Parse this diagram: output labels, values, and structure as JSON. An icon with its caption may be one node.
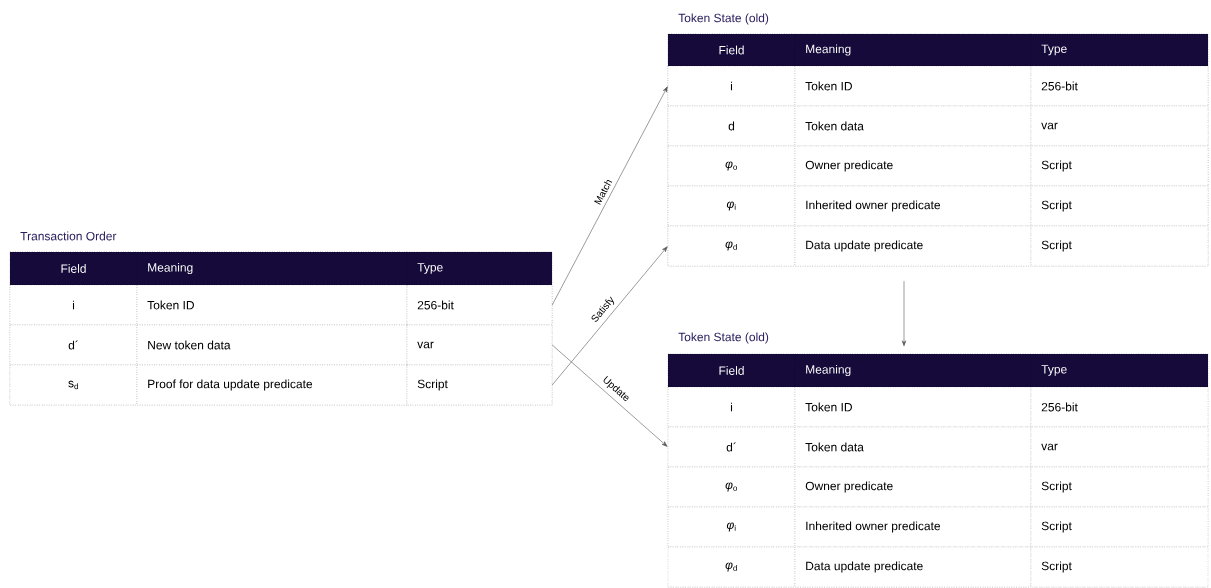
{
  "diagram": {
    "nodes": [
      {
        "text": [
          "Transaction Order"
        ]
      },
      {
        "text": [
          "Field",
          "Meaning",
          "Type"
        ],
        "in": 0
      },
      {
        "text": [
          "i",
          "Token ID",
          "256-bit"
        ],
        "in": 0
      },
      {
        "text": [
          "d´",
          "New token data",
          "var"
        ],
        "in": 0
      },
      {
        "text": [
          "s$_{d}$",
          "Proof for data update predicate",
          "Script"
        ],
        "in": 0
      },
      {
        "text": [
          "Token State  (old)"
        ]
      },
      {
        "text": [
          "Field",
          "Meaning",
          "Type"
        ],
        "in": 5
      },
      {
        "text": [
          "i",
          "Token ID",
          "256-bit"
        ],
        "in": 5
      },
      {
        "text": [
          "d",
          "Token data",
          "var"
        ],
        "in": 5
      },
      {
        "text": [
          "*φ*$_{o}$",
          "Owner predicate",
          "Script"
        ],
        "in": 5
      },
      {
        "text": [
          "*φ*$_{i}$",
          "Inherited owner predicate",
          "Script"
        ],
        "in": 5
      },
      {
        "text": [
          "*φ*$_{d}$",
          "Data update predicate",
          "Script"
        ],
        "in": 5
      },
      {
        "text": [
          "Token State  (old)"
        ]
      },
      {
        "text": [
          "Field",
          "Meaning",
          "Type"
        ],
        "in": 12
      },
      {
        "text": [
          "i",
          "Token ID",
          "256-bit"
        ],
        "in": 12
      },
      {
        "text": [
          "d´",
          "Token data",
          "var"
        ],
        "in": 12
      },
      {
        "text": [
          "*φ*$_{o}$",
          "Owner predicate",
          "Script"
        ],
        "in": 12
      },
      {
        "text": [
          "*φ*$_{i}$",
          "Inherited owner predicate",
          "Script"
        ],
        "in": 12
      },
      {
        "text": [
          "*φ*$_{d}$",
          "Data update predicate",
          "Script"
        ],
        "in": 12
      }
    ],
    "edges": [
      {
        "from": 2,
        "to": 7,
        "arrow": "to",
        "label": "Match"
      },
      {
        "from": 4,
        "to": 11,
        "arrow": "to",
        "label": "Satisfy"
      },
      {
        "from": 3,
        "to": 15,
        "arrow": "to",
        "label": "Update"
      },
      {
        "from": 5,
        "to": 12,
        "arrow": "to"
      }
    ]
  }
}
